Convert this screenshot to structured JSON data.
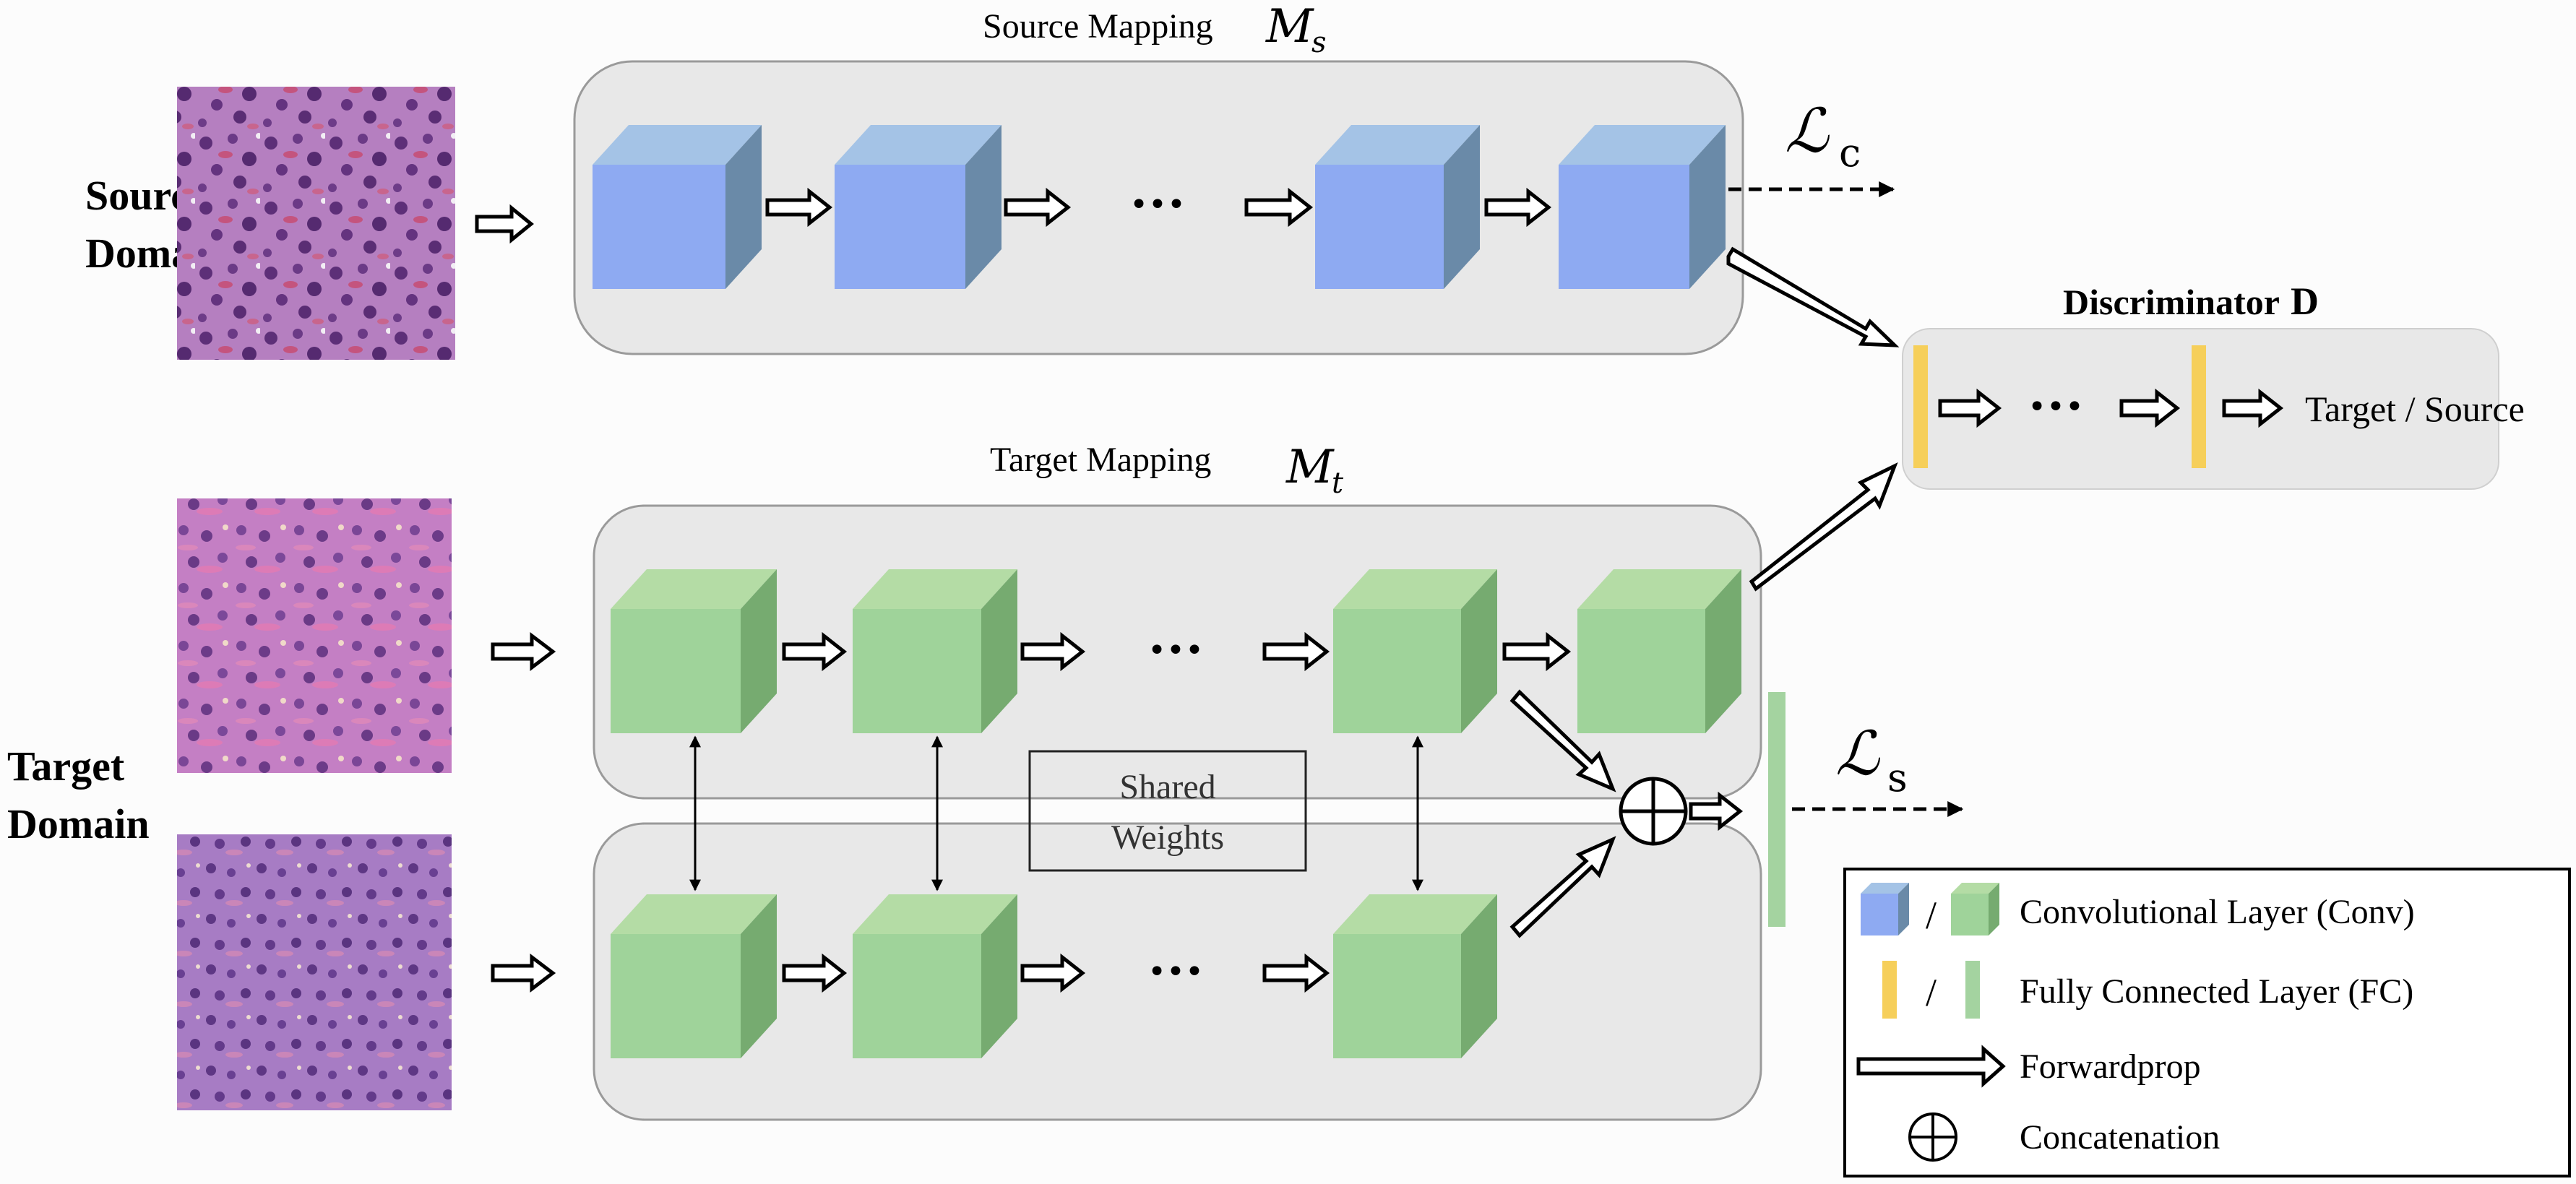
{
  "source": {
    "domain_label_line1": "Source",
    "domain_label_line2": "Domain",
    "mapping_title": "Source Mapping",
    "mapping_symbol": "M",
    "mapping_sub": "s"
  },
  "target": {
    "domain_label_line1": "Target",
    "domain_label_line2": "Domain",
    "mapping_title": "Target Mapping",
    "mapping_symbol": "M",
    "mapping_sub": "t",
    "shared_line1": "Shared",
    "shared_line2": "Weights"
  },
  "discriminator": {
    "title": "Discriminator",
    "symbol": "D",
    "output": "Target / Source"
  },
  "losses": {
    "classification_symbol": "ℒ",
    "classification_sub": "c",
    "source_symbol": "ℒ",
    "source_sub": "s"
  },
  "ellipsis": "•••",
  "legend": {
    "slash": "/",
    "conv": "Convolutional Layer (Conv)",
    "fc": "Fully Connected Layer (FC)",
    "forward": "Forwardprop",
    "concat": "Concatenation"
  },
  "colors": {
    "conv_blue_front": "#8eaaf2",
    "conv_blue_top": "#a4c3e6",
    "conv_blue_side": "#6a8aa8",
    "conv_green_front": "#9fd39a",
    "conv_green_top": "#b4dca5",
    "conv_green_side": "#76ab70",
    "fc_yellow": "#f6cf5a",
    "fc_green": "#a4d3a0",
    "panel_fill": "#e8e8e8",
    "panel_stroke": "#9a9a9a"
  }
}
